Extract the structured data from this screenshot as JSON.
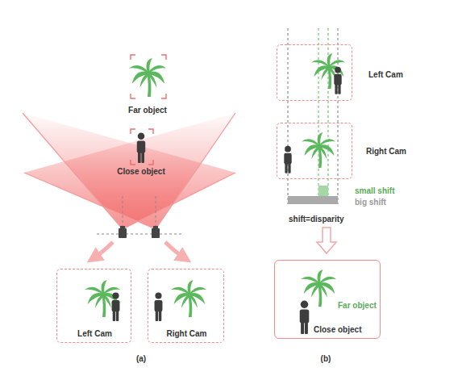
{
  "diagram": {
    "nodes": [
      {
        "text": [
          "Left Cam"
        ]
      },
      {
        "text": [
          "Right Cam"
        ]
      },
      {
        "text": [
          "Left Cam"
        ]
      },
      {
        "text": [
          "Right Cam"
        ]
      },
      {
        "text": [
          "Far object",
          "Close object"
        ]
      }
    ],
    "labels": [
      "Far object",
      "Close object",
      "(a)",
      "small shift",
      "big shift",
      "shift=disparity",
      "(b)"
    ]
  }
}
